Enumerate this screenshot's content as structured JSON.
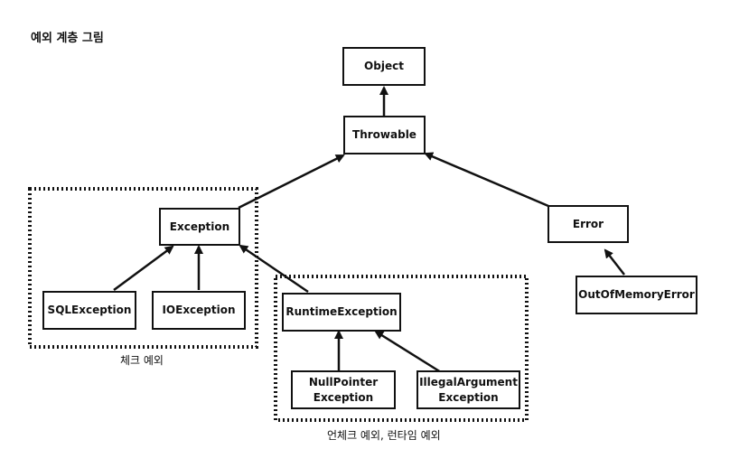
{
  "title": "예외 계층 그림",
  "nodes": {
    "object": "Object",
    "throwable": "Throwable",
    "exception": "Exception",
    "error": "Error",
    "sql_exception": "SQLException",
    "io_exception": "IOException",
    "runtime_exception": "RuntimeException",
    "out_of_memory_error": "OutOfMemoryError",
    "null_pointer_exception": "NullPointer\nException",
    "illegal_argument_exception": "IllegalArgument\nException"
  },
  "groups": {
    "checked_label": "체크 예외",
    "unchecked_label": "언체크 예외, 런타임 예외"
  }
}
